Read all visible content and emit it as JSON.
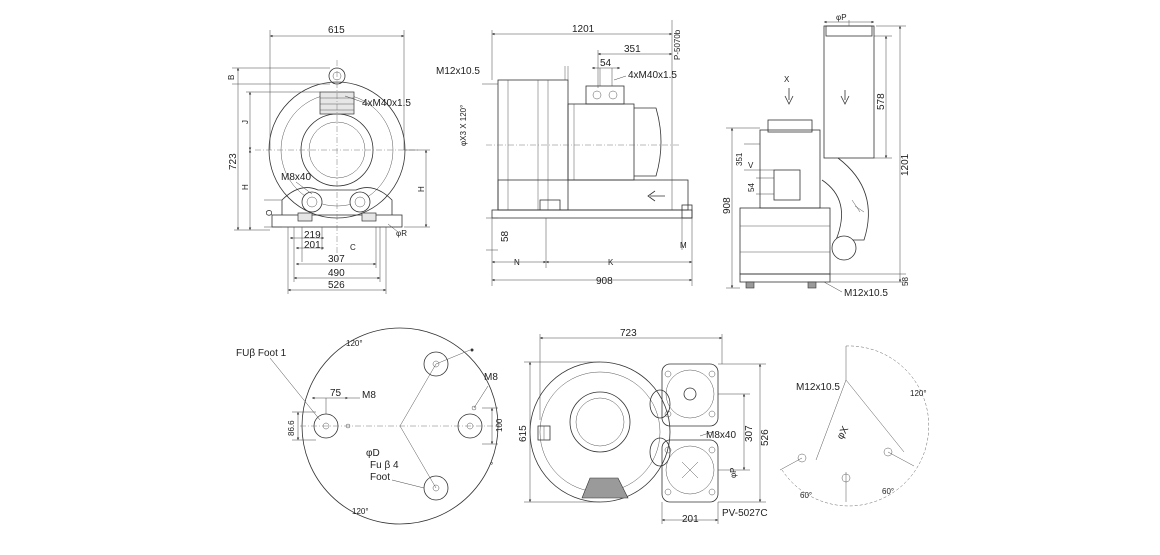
{
  "drawing": {
    "model": "PV-5027C",
    "top_left_view": {
      "dims": [
        "615",
        "B",
        "J",
        "4xM40x1.5",
        "723",
        "H",
        "H",
        "M8x40",
        "O",
        "φR",
        "219",
        "201",
        "C",
        "307",
        "490",
        "526"
      ]
    },
    "top_middle_view": {
      "dims": [
        "1201",
        "P-5070b",
        "351",
        "M12x10.5",
        "54",
        "4xM40x1.5",
        "φX3 X 120°",
        "58",
        "M",
        "N",
        "K",
        "908"
      ]
    },
    "top_right_view": {
      "dims": [
        "φP",
        "X",
        "578",
        "1201",
        "351",
        "V",
        "54",
        "908",
        "58",
        "M12x10.5"
      ]
    },
    "bottom_left_view": {
      "dims": [
        "FUβ Foot  1",
        "120°",
        "75",
        "M8",
        "M8",
        "86.6",
        "100",
        "φD",
        "Fu β 4",
        "Foot",
        "120°"
      ]
    },
    "bottom_middle_view": {
      "dims": [
        "723",
        "615",
        "526",
        "307",
        "M8x40",
        "φP",
        "201"
      ]
    },
    "bottom_right_view": {
      "dims": [
        "M12x10.5",
        "120°",
        "φX",
        "60°",
        "60°"
      ]
    }
  }
}
